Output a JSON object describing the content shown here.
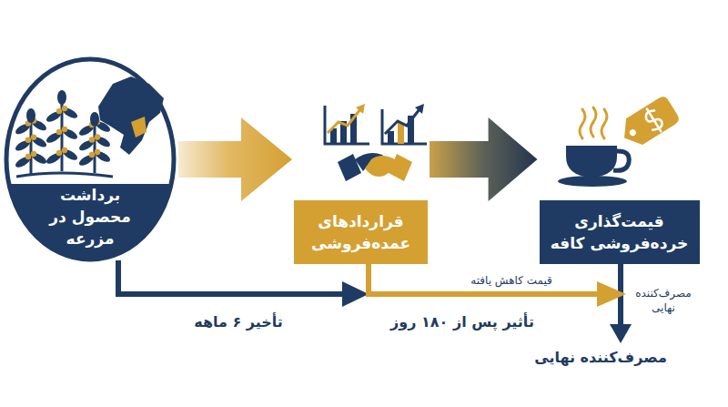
{
  "diagram": {
    "nodes": [
      {
        "text": [
          "برداشت محصول در مزرعه"
        ]
      },
      {
        "text": [
          "قراردادهای عمده‌فروشی"
        ]
      },
      {
        "text": [
          "قیمت‌گذاری خرده‌فروشی کافه"
        ]
      }
    ],
    "edges": [
      {
        "from": 0,
        "to": 1,
        "arrow": "to"
      },
      {
        "from": 1,
        "to": 2,
        "arrow": "to"
      }
    ],
    "labels": [
      "تأخیر ۶ ماهه",
      "قیمت کاهش یافته",
      "تأثیر پس از ۱۸۰ روز",
      "مصرف‌کننده نهایی",
      "مصرف‌کننده نهایی"
    ]
  }
}
